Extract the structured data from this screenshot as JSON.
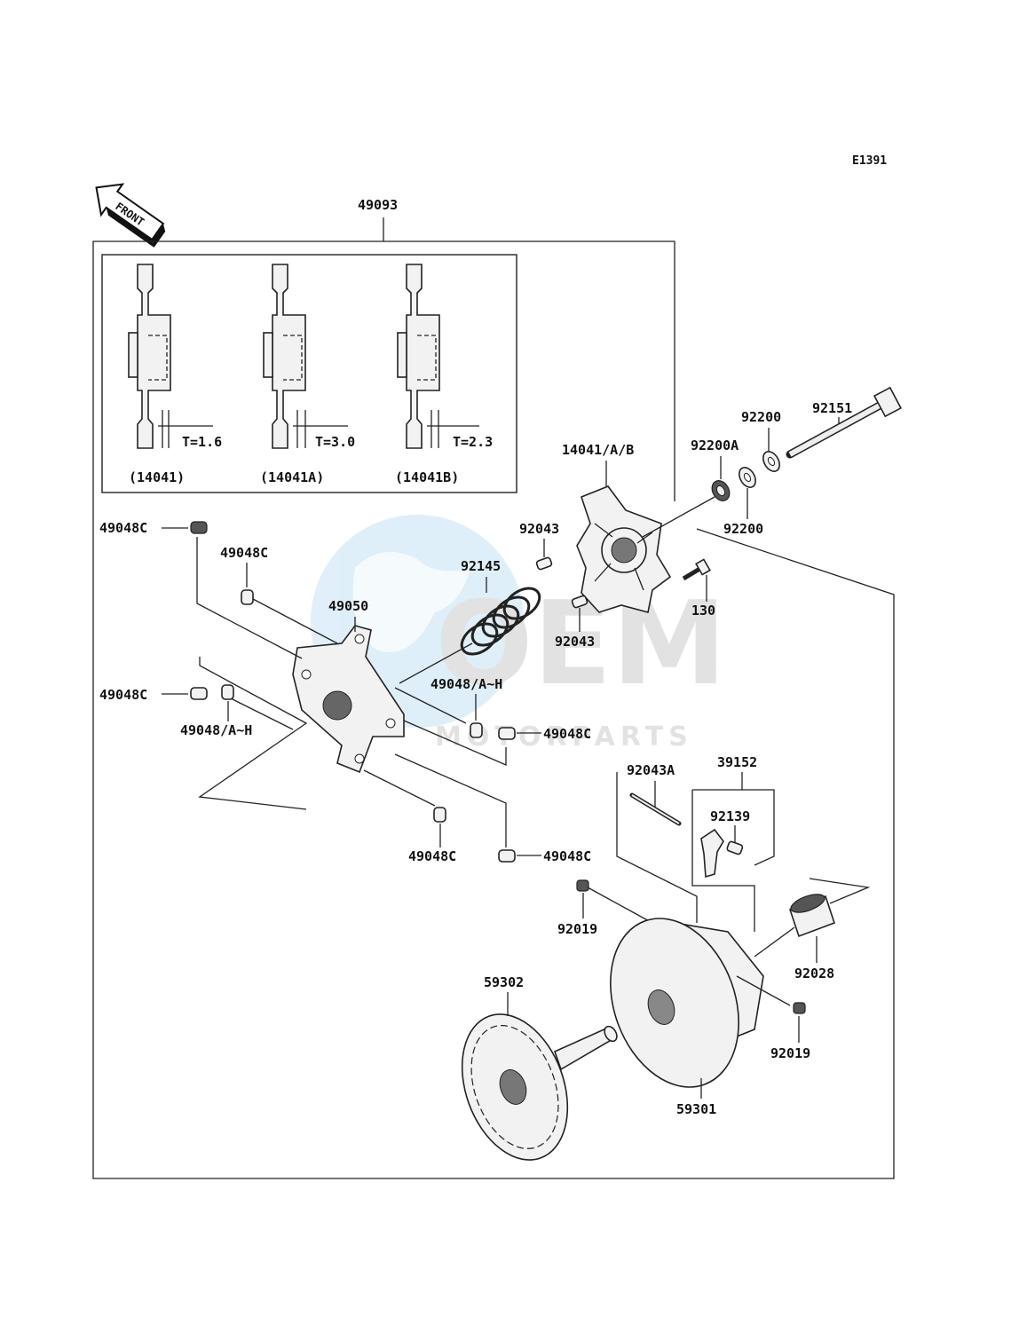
{
  "diagram": {
    "code": "E1391",
    "front_label": "FRONT",
    "assembly_number": "49093",
    "inset": {
      "weights": [
        {
          "part": "(14041)",
          "thickness": "T=1.6"
        },
        {
          "part": "(14041A)",
          "thickness": "T=3.0"
        },
        {
          "part": "(14041B)",
          "thickness": "T=2.3"
        }
      ]
    },
    "callouts": {
      "p92151": "92151",
      "p92200_top": "92200",
      "p92200A": "92200A",
      "p92200_bottom": "92200",
      "p14041AB": "14041/A/B",
      "p92043_top": "92043",
      "p92043_bottom": "92043",
      "p92145": "92145",
      "p130": "130",
      "p49048C_a": "49048C",
      "p49048C_b": "49048C",
      "p49050": "49050",
      "p49048AH_a": "49048/A~H",
      "p49048C_c": "49048C",
      "p49048AH_b": "49048/A~H",
      "p49048C_d": "49048C",
      "p49048C_e": "49048C",
      "p49048C_f": "49048C",
      "p92043A": "92043A",
      "p39152": "39152",
      "p92139": "92139",
      "p92019_a": "92019",
      "p92028": "92028",
      "p59302": "59302",
      "p92019_b": "92019",
      "p59301": "59301"
    },
    "watermark": {
      "logo": "OEM",
      "text": "MOTORPARTS"
    }
  }
}
